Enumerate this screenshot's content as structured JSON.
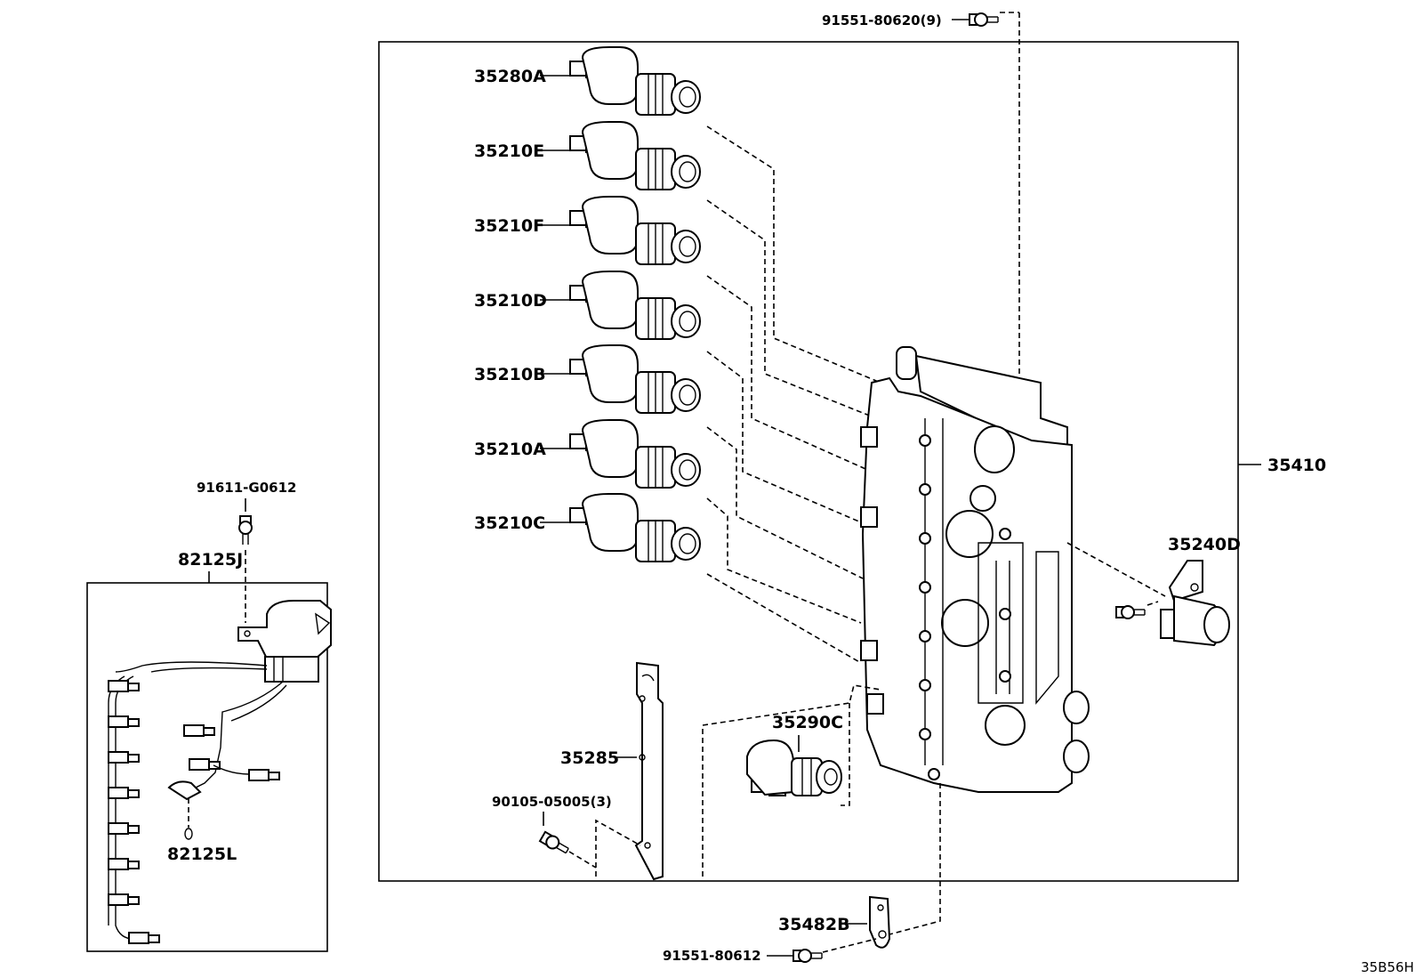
{
  "labels": {
    "bolt_top": "91551-80620(9)",
    "sol_35280A": "35280A",
    "sol_35210E": "35210E",
    "sol_35210F": "35210F",
    "sol_35210D": "35210D",
    "sol_35210B": "35210B",
    "sol_35210A": "35210A",
    "sol_35210C": "35210C",
    "valve_body": "35410",
    "sensor_35240D": "35240D",
    "bolt_91611": "91611-G0612",
    "harness_82125J": "82125J",
    "connector_82125L": "82125L",
    "sol_35290C": "35290C",
    "plate_35285": "35285",
    "bolt_90105": "90105-05005(3)",
    "plate_35482B": "35482B",
    "bolt_bottom": "91551-80612",
    "diagram_code": "35B56H"
  }
}
